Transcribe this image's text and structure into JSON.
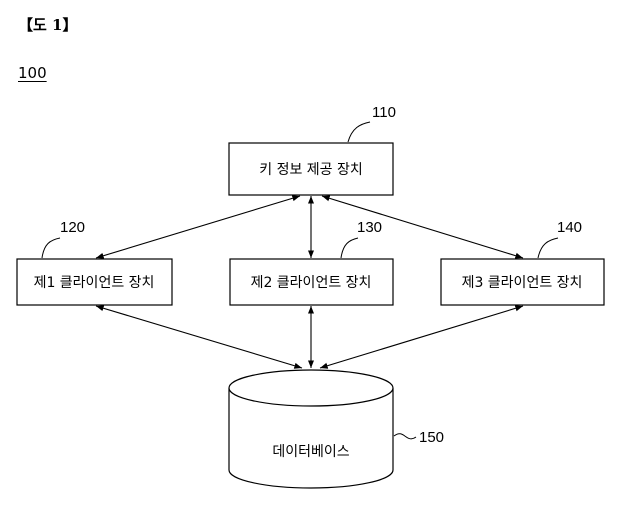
{
  "figure_label": "【도 1】",
  "system_ref": "100",
  "nodes": {
    "key_server": {
      "label": "키 정보 제공 장치",
      "ref": "110"
    },
    "client1": {
      "label": "제1 클라이언트 장치",
      "ref": "120"
    },
    "client2": {
      "label": "제2 클라이언트 장치",
      "ref": "130"
    },
    "client3": {
      "label": "제3 클라이언트 장치",
      "ref": "140"
    },
    "database": {
      "label": "데이터베이스",
      "ref": "150"
    }
  },
  "edges": [
    {
      "from": "key_server",
      "to": "client1",
      "direction": "both"
    },
    {
      "from": "key_server",
      "to": "client2",
      "direction": "both"
    },
    {
      "from": "key_server",
      "to": "client3",
      "direction": "both"
    },
    {
      "from": "client1",
      "to": "database",
      "direction": "both"
    },
    {
      "from": "client2",
      "to": "database",
      "direction": "both"
    },
    {
      "from": "client3",
      "to": "database",
      "direction": "both"
    }
  ]
}
